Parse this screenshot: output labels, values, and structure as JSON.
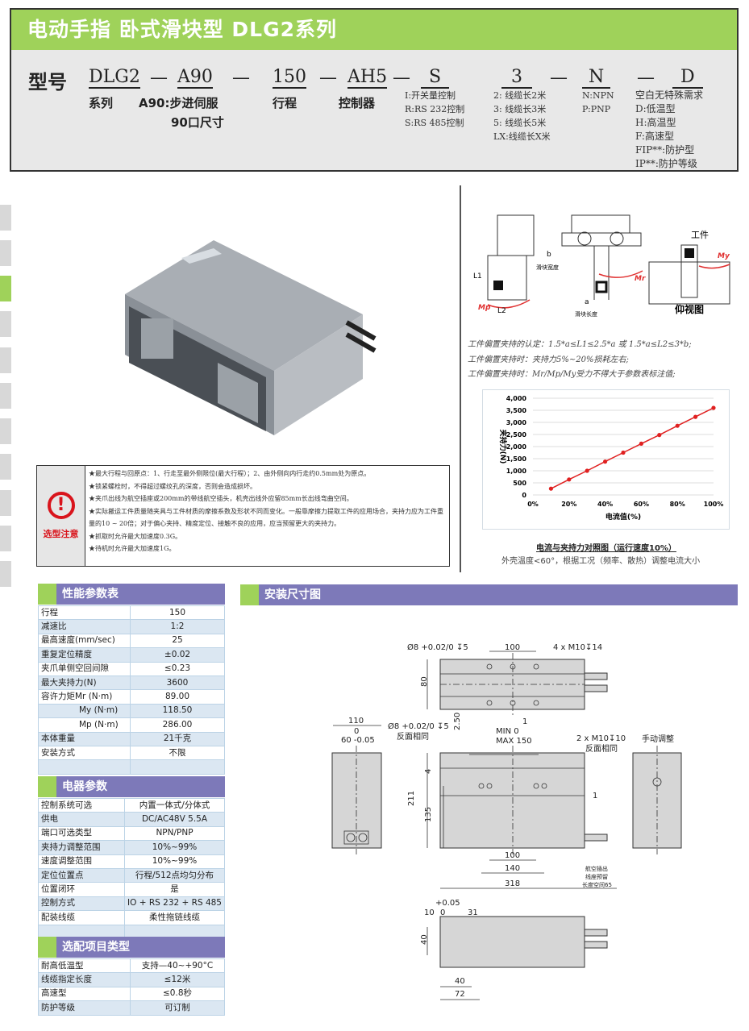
{
  "header": {
    "title": "电动手指  卧式滑块型  DLG2系列"
  },
  "model": {
    "label": "型号",
    "codes": [
      "DLG2",
      "A90",
      "150",
      "AH5",
      "S",
      "3",
      "N",
      "D"
    ],
    "dash": "—",
    "series_label": "系列",
    "a90_desc": "A90:步进伺服",
    "a90_desc2": "90口尺寸",
    "stroke_label": "行程",
    "controller_label": "控制器",
    "control_opts": [
      "I:开关量控制",
      "R:RS 232控制",
      "S:RS 485控制"
    ],
    "cable_opts": [
      "2: 线缆长2米",
      "3: 线缆长3米",
      "5: 线缆长5米",
      "LX:线缆长X米"
    ],
    "output_opts": [
      "N:NPN",
      "P:PNP"
    ],
    "special_opts": [
      "空白无特殊需求",
      "D:低温型",
      "H:高温型",
      "F:高速型",
      "FIP**:防护型",
      "IP**:防护等级"
    ]
  },
  "notes": {
    "label": "选型注意",
    "items": [
      "★最大行程与回原点：1、行走至最外侧限位(最大行程）；2、由外侧向内行走约0.5mm处为原点。",
      "★锁紧螺栓时，不得超过螺纹孔的深度，否则会造成损坏。",
      "★夹爪出线为航空插座或200mm的带线航空插头，机壳出线外应留85mm长出线弯曲空间。",
      "★实际搬运工件质量随夹具与工件材质的摩擦系数及形状不同而变化。一般靠摩擦力提取工件的应用场合，夹持力应为工件重量的10 ~ 20倍；对于偏心夹持、精度定位、接触不良的应用，应当预留更大的夹持力。",
      "★抓取时允许最大加速度0.3G。",
      "★待机时允许最大加速度1G。"
    ]
  },
  "offset": {
    "labels": {
      "b": "b",
      "slider_width": "滑块宽度",
      "l1": "L1",
      "l2": "L2",
      "a": "a",
      "slider_length": "滑块长度",
      "mp": "Mp",
      "mr": "Mr",
      "my": "My",
      "workpiece": "工件",
      "bottom_view": "仰视图"
    },
    "lines": [
      "工件偏置夹持的认定：1.5*a≤L1≤2.5*a 或 1.5*a≤L2≤3*b;",
      "工件偏置夹持时：夹持力5%~20%损耗左右;",
      "工件偏置夹持时：Mr/Mp/My受力不得大于参数表标注值;"
    ]
  },
  "chart_data": {
    "type": "line",
    "title": "电流与夹持力对照图（运行速度10%）",
    "xlabel": "电流值(%)",
    "ylabel": "夹持力(N)",
    "x": [
      10,
      20,
      30,
      40,
      50,
      60,
      70,
      80,
      90,
      100
    ],
    "series": [
      {
        "name": "夹持力",
        "values": [
          260,
          640,
          1000,
          1380,
          1750,
          2120,
          2480,
          2860,
          3230,
          3600
        ],
        "color": "#e02020"
      }
    ],
    "xlim": [
      0,
      100
    ],
    "ylim": [
      0,
      4000
    ],
    "xticks": [
      "0%",
      "20%",
      "40%",
      "60%",
      "80%",
      "100%"
    ],
    "yticks": [
      "0",
      "500",
      "1,000",
      "1,500",
      "2,000",
      "2,500",
      "3,000",
      "3,500",
      "4,000"
    ],
    "grid": true,
    "note": "外壳温度<60°，根据工况（频率、散热）调整电流大小"
  },
  "perf": {
    "title": "性能参数表",
    "rows": [
      [
        "行程",
        "150"
      ],
      [
        "减速比",
        "1:2"
      ],
      [
        "最高速度(mm/sec)",
        "25"
      ],
      [
        "重复定位精度",
        "±0.02"
      ],
      [
        "夹爪单侧空回间隙",
        "≤0.23"
      ],
      [
        "最大夹持力(N)",
        "3600"
      ],
      [
        "容许力矩Mr (N·m)",
        "89.00"
      ],
      [
        "My (N·m)",
        "118.50"
      ],
      [
        "Mp (N·m)",
        "286.00"
      ],
      [
        "本体重量",
        "21千克"
      ],
      [
        "安装方式",
        "不限"
      ],
      [
        "",
        ""
      ]
    ]
  },
  "elec": {
    "title": "电器参数",
    "rows": [
      [
        "控制系统可选",
        "内置一体式/分体式"
      ],
      [
        "供电",
        "DC/AC48V  5.5A"
      ],
      [
        "端口可选类型",
        "NPN/PNP"
      ],
      [
        "夹持力调整范围",
        "10%~99%"
      ],
      [
        "速度调整范围",
        "10%~99%"
      ],
      [
        "定位位置点",
        "行程/512点均匀分布"
      ],
      [
        "位置闭环",
        "是"
      ],
      [
        "控制方式",
        "IO + RS 232 + RS 485"
      ],
      [
        "配装线缆",
        "柔性拖链线缆"
      ],
      [
        "",
        ""
      ]
    ]
  },
  "opts": {
    "title": "选配项目类型",
    "rows": [
      [
        "耐高低温型",
        "支持—40~+90°C"
      ],
      [
        "线缆指定长度",
        "≤12米"
      ],
      [
        "高速型",
        "≤0.8秒"
      ],
      [
        "防护等级",
        "可订制"
      ]
    ]
  },
  "install": {
    "title": "安装尺寸图",
    "dims": {
      "top_hole": "Ø8 +0.02/0 ↧5",
      "top_100": "100",
      "top_thread": "4 x M10↧14",
      "top_80": "80",
      "side_110": "110",
      "side_60": "0",
      "side_60b": "60 -0.05",
      "front_hole": "Ø8 +0.02/0 ↧5",
      "same_back": "反面相同",
      "d250": "2.50",
      "stroke": "MIN  0",
      "stroke2": "MAX 150",
      "front_thread": "2 x M10↧10",
      "same_back2": "反面相同",
      "manual": "手动调整",
      "d4": "4",
      "d211": "211",
      "d135": "135",
      "d1": "1",
      "d1b": "1",
      "b100": "100",
      "b140": "140",
      "b318": "318",
      "cable_space": "航空插出",
      "cable_space2": "线座预留",
      "cable_space3": "长度空间65",
      "bt10": "10",
      "bt0": "0",
      "bt005": "+0.05",
      "bt31": "31",
      "bt40": "40",
      "bt40b": "40",
      "bt72": "72"
    }
  }
}
